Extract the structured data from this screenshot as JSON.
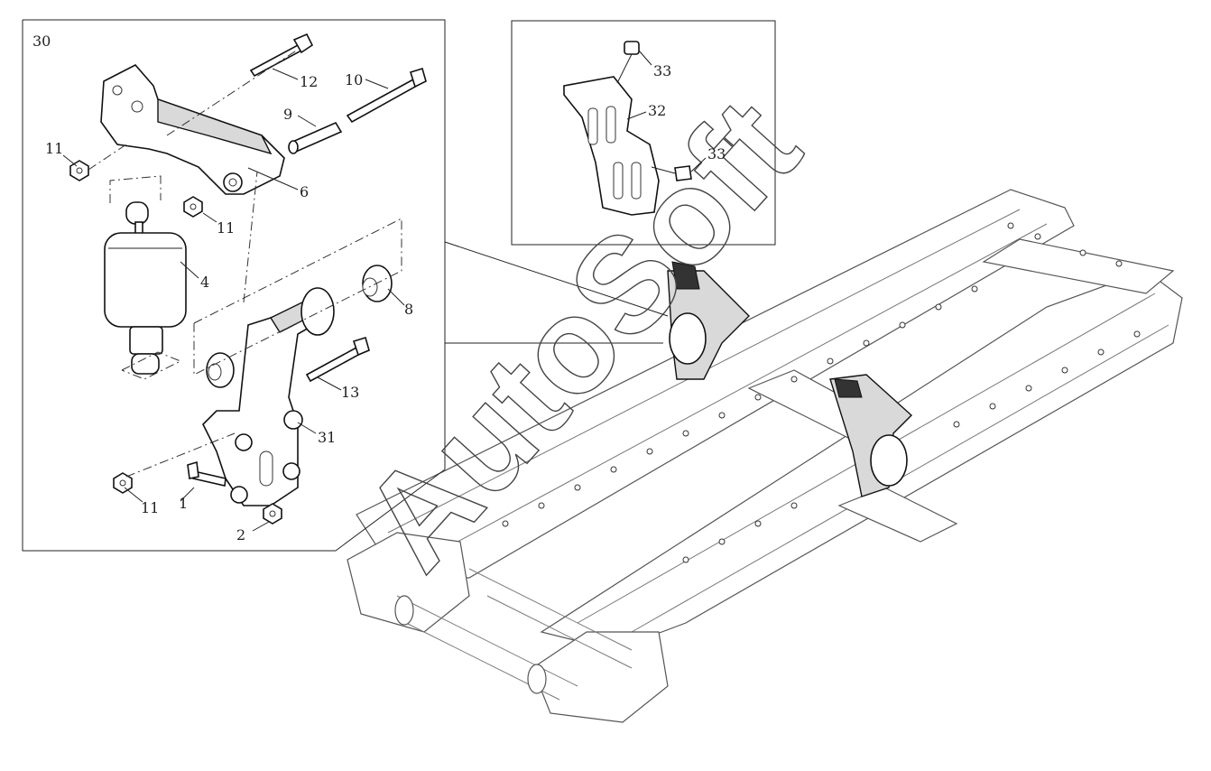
{
  "watermark": "AutoSoft",
  "callouts": {
    "c30": "30",
    "c12": "12",
    "c10": "10",
    "c9": "9",
    "c11a": "11",
    "c11b": "11",
    "c11c": "11",
    "c6": "6",
    "c4": "4",
    "c8": "8",
    "c13": "13",
    "c31": "31",
    "c1": "1",
    "c2": "2",
    "c33a": "33",
    "c32": "32",
    "c33b": "33"
  },
  "colors": {
    "line": "#222222",
    "frame": "#555555",
    "fill_light": "#d9d9d9"
  }
}
